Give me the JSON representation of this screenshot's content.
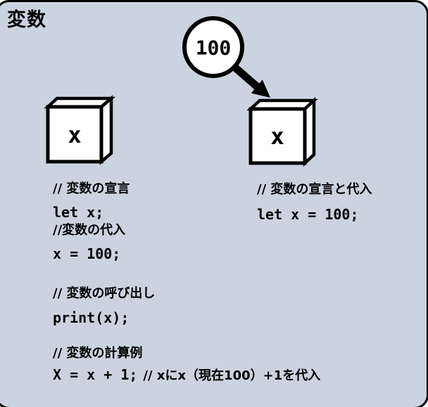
{
  "title": "変数",
  "colors": {
    "sheet_background": "#CCD3E0",
    "ink": "#000000",
    "shape_fill": "#FFFFFF"
  },
  "diagram": {
    "bubble_value": "100",
    "box_left_label": "x",
    "box_right_label": "x"
  },
  "code": {
    "declare": {
      "comment": "// 変数の宣言",
      "line": "let x;"
    },
    "assign": {
      "comment": "//変数の代入",
      "line": "x = 100;"
    },
    "declare_assign": {
      "comment": "// 変数の宣言と代入",
      "line": "let x = 100;"
    },
    "call": {
      "comment": "// 変数の呼び出し",
      "line": "print(x);"
    },
    "calc": {
      "comment": "// 変数の計算例",
      "line": "X = x + 1;",
      "inline_comment": "// xにx（現在100）+1を代入"
    }
  }
}
